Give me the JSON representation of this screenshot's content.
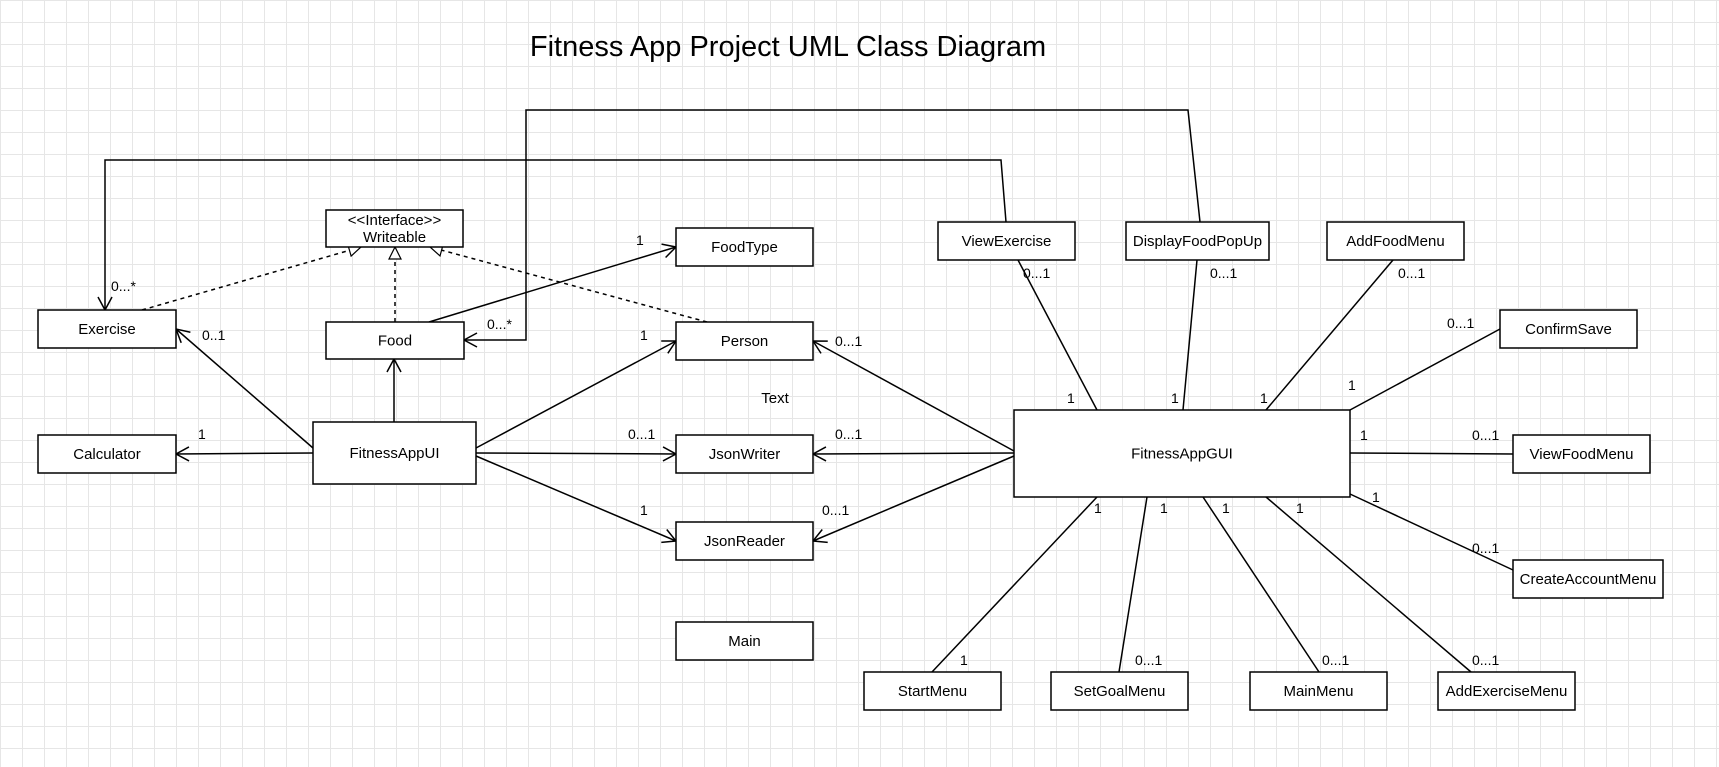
{
  "title": "Fitness App Project UML Class Diagram",
  "free_text": "Text",
  "classes": [
    {
      "id": "exercise",
      "label": "Exercise"
    },
    {
      "id": "calculator",
      "label": "Calculator"
    },
    {
      "id": "writeable",
      "stereotype": "<<Interface>>",
      "label": "Writeable"
    },
    {
      "id": "food",
      "label": "Food"
    },
    {
      "id": "fitnessappui",
      "label": "FitnessAppUI"
    },
    {
      "id": "foodtype",
      "label": "FoodType"
    },
    {
      "id": "person",
      "label": "Person"
    },
    {
      "id": "jsonwriter",
      "label": "JsonWriter"
    },
    {
      "id": "jsonreader",
      "label": "JsonReader"
    },
    {
      "id": "main",
      "label": "Main"
    },
    {
      "id": "fitnessappgui",
      "label": "FitnessAppGUI"
    },
    {
      "id": "viewexercise",
      "label": "ViewExercise"
    },
    {
      "id": "displayfoodpopup",
      "label": "DisplayFoodPopUp"
    },
    {
      "id": "addfoodmenu",
      "label": "AddFoodMenu"
    },
    {
      "id": "confirmsave",
      "label": "ConfirmSave"
    },
    {
      "id": "viewfoodmenu",
      "label": "ViewFoodMenu"
    },
    {
      "id": "createaccountmenu",
      "label": "CreateAccountMenu"
    },
    {
      "id": "startmenu",
      "label": "StartMenu"
    },
    {
      "id": "setgoalmenu",
      "label": "SetGoalMenu"
    },
    {
      "id": "mainmenu",
      "label": "MainMenu"
    },
    {
      "id": "addexercisemenu",
      "label": "AddExerciseMenu"
    }
  ],
  "relations": [
    {
      "from": "exercise",
      "to": "writeable",
      "type": "realization",
      "labels": []
    },
    {
      "from": "food",
      "to": "writeable",
      "type": "realization",
      "labels": []
    },
    {
      "from": "person",
      "to": "writeable",
      "type": "realization",
      "labels": []
    },
    {
      "from": "viewexercise",
      "to": "exercise",
      "type": "association",
      "labels": [
        "0...*"
      ]
    },
    {
      "from": "displayfoodpopup",
      "to": "food",
      "type": "association",
      "labels": [
        "0...*"
      ]
    },
    {
      "from": "food",
      "to": "foodtype",
      "type": "association",
      "labels": [
        "1"
      ]
    },
    {
      "from": "fitnessappui",
      "to": "food",
      "type": "association",
      "labels": []
    },
    {
      "from": "fitnessappui",
      "to": "exercise",
      "type": "association",
      "labels": [
        "0..1"
      ]
    },
    {
      "from": "fitnessappui",
      "to": "calculator",
      "type": "association",
      "labels": [
        "1"
      ]
    },
    {
      "from": "fitnessappui",
      "to": "person",
      "type": "association",
      "labels": [
        "1"
      ]
    },
    {
      "from": "fitnessappui",
      "to": "jsonwriter",
      "type": "association",
      "labels": [
        "0...1"
      ]
    },
    {
      "from": "fitnessappui",
      "to": "jsonreader",
      "type": "association",
      "labels": [
        "1"
      ]
    },
    {
      "from": "fitnessappgui",
      "to": "person",
      "type": "association",
      "labels": [
        "0...1"
      ]
    },
    {
      "from": "fitnessappgui",
      "to": "jsonwriter",
      "type": "association",
      "labels": [
        "0...1"
      ]
    },
    {
      "from": "fitnessappgui",
      "to": "jsonreader",
      "type": "association",
      "labels": [
        "0...1"
      ]
    },
    {
      "from": "fitnessappgui",
      "to": "viewexercise",
      "type": "line",
      "labels": [
        "1",
        "0...1"
      ]
    },
    {
      "from": "fitnessappgui",
      "to": "displayfoodpopup",
      "type": "line",
      "labels": [
        "1",
        "0...1"
      ]
    },
    {
      "from": "fitnessappgui",
      "to": "addfoodmenu",
      "type": "line",
      "labels": [
        "1",
        "0...1"
      ]
    },
    {
      "from": "fitnessappgui",
      "to": "confirmsave",
      "type": "line",
      "labels": [
        "1",
        "0...1"
      ]
    },
    {
      "from": "fitnessappgui",
      "to": "viewfoodmenu",
      "type": "line",
      "labels": [
        "1",
        "0...1"
      ]
    },
    {
      "from": "fitnessappgui",
      "to": "createaccountmenu",
      "type": "line",
      "labels": [
        "1",
        "0...1"
      ]
    },
    {
      "from": "fitnessappgui",
      "to": "startmenu",
      "type": "line",
      "labels": [
        "1",
        "1"
      ]
    },
    {
      "from": "fitnessappgui",
      "to": "setgoalmenu",
      "type": "line",
      "labels": [
        "1",
        "0...1"
      ]
    },
    {
      "from": "fitnessappgui",
      "to": "mainmenu",
      "type": "line",
      "labels": [
        "1",
        "0...1"
      ]
    },
    {
      "from": "fitnessappgui",
      "to": "addexercisemenu",
      "type": "line",
      "labels": [
        "1",
        "0...1"
      ]
    }
  ]
}
